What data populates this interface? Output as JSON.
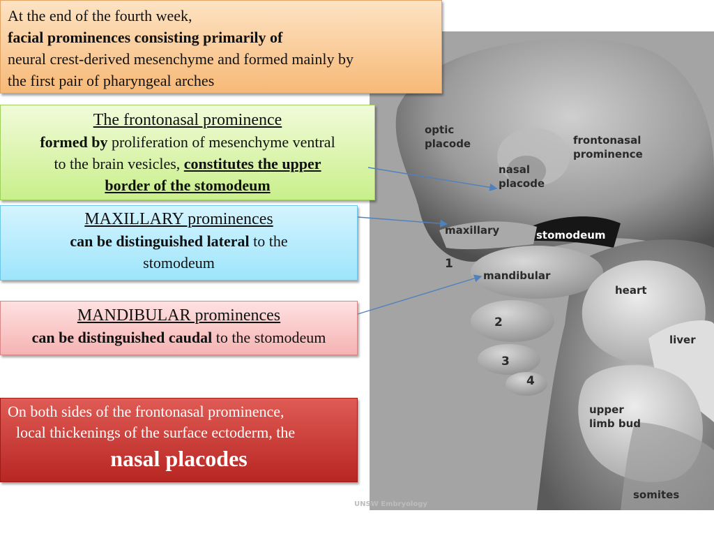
{
  "intro": {
    "line1": "At the end of the fourth week,",
    "line2": "facial prominences consisting primarily of",
    "line3": "neural crest-derived mesenchyme and formed mainly by",
    "line4": "the first pair of pharyngeal arches"
  },
  "frontonasal": {
    "heading": "The frontonasal prominence",
    "bold1": "formed by",
    "text1": " proliferation of mesenchyme ventral",
    "text2": "to the brain vesicles, ",
    "bold2a": "constitutes the upper",
    "bold2b": "border of the stomodeum"
  },
  "maxillary": {
    "heading": "MAXILLARY prominences",
    "bold": "can be distinguished lateral",
    "text": " to the",
    "text2": "stomodeum"
  },
  "mandibular": {
    "heading": "MANDIBULAR prominences",
    "bold": "can be distinguished caudal",
    "text": " to the stomodeum"
  },
  "placodes": {
    "line1": "On both sides of the frontonasal prominence,",
    "line2": "local thickenings of the surface ectoderm, the",
    "emphasis": "nasal placodes"
  },
  "image_labels": {
    "optic_placode": [
      "optic",
      "placode"
    ],
    "frontonasal": [
      "frontonasal",
      "prominence"
    ],
    "nasal_placode": [
      "nasal",
      "placode"
    ],
    "maxillary": "maxillary",
    "stomodeum": "stomodeum",
    "arch1": "1",
    "mandibular": "mandibular",
    "heart": "heart",
    "arch2": "2",
    "liver": "liver",
    "arch3": "3",
    "arch4": "4",
    "upper_limb_bud": [
      "upper",
      "limb bud"
    ],
    "somites": "somites",
    "credit": "UNSW Embryology"
  },
  "colors": {
    "intro_panel": "#f7b977",
    "frontonasal_panel": "#c9ef8b",
    "maxillary_panel": "#9ee5fb",
    "mandibular_panel": "#f5b3b3",
    "placodes_panel": "#c0302b",
    "arrow": "#4f81bd"
  }
}
